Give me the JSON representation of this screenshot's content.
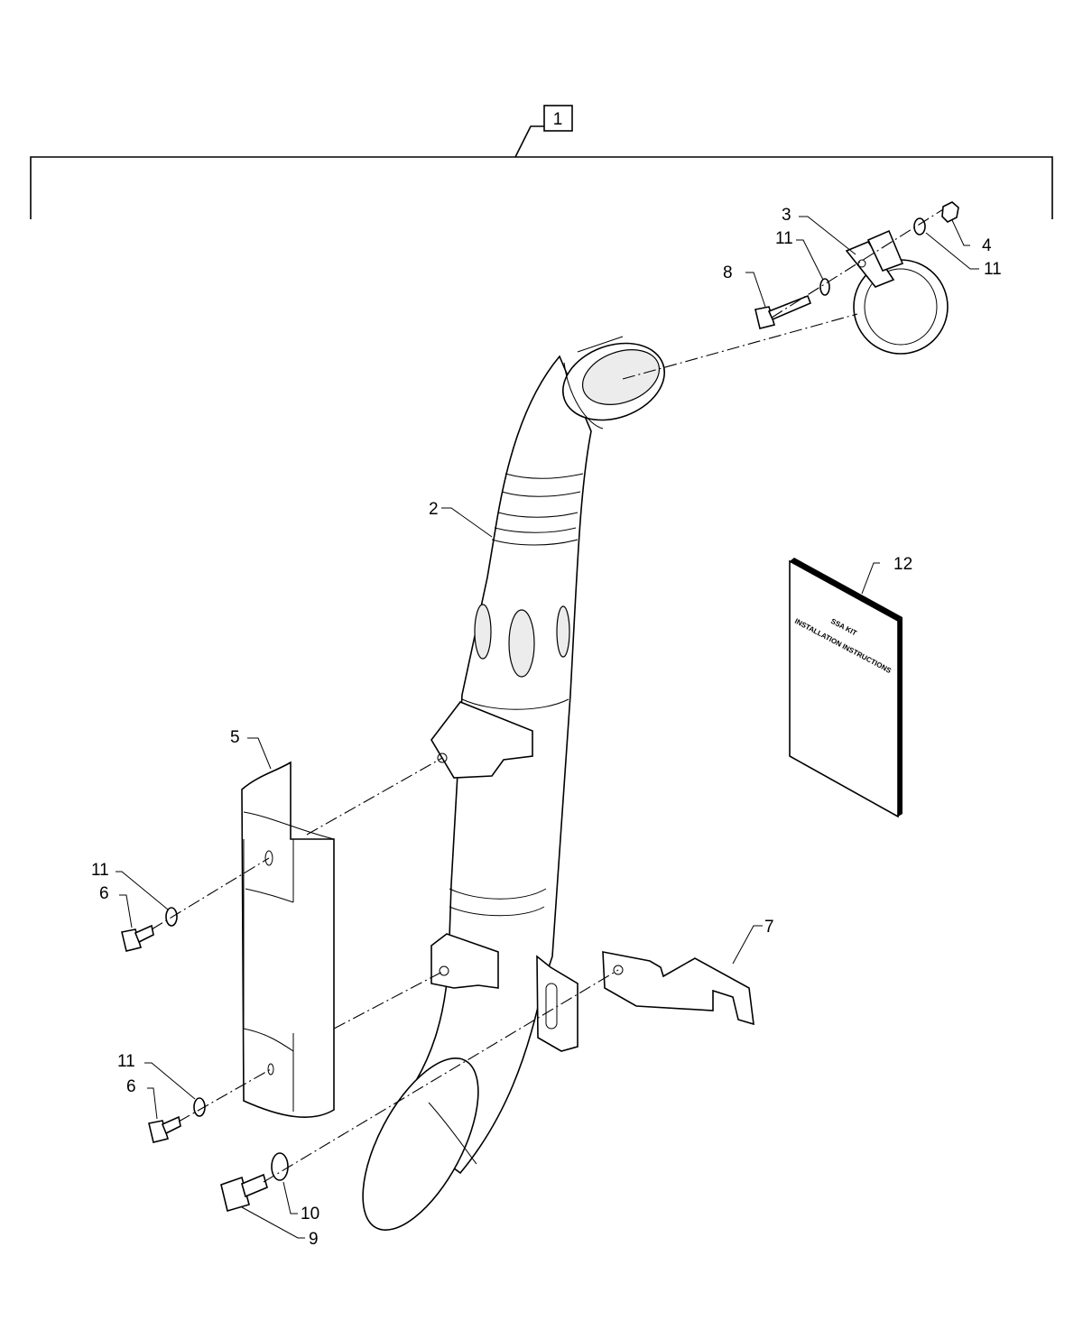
{
  "kit_callout": "1",
  "callouts": {
    "c2": "2",
    "c3": "3",
    "c4": "4",
    "c5": "5",
    "c6a": "6",
    "c6b": "6",
    "c7": "7",
    "c8": "8",
    "c9": "9",
    "c10": "10",
    "c11a": "11",
    "c11b": "11",
    "c11c": "11",
    "c11d": "11",
    "c12": "12"
  },
  "booklet": {
    "line1": "SSA KIT",
    "line2": "INSTALLATION INSTRUCTIONS"
  }
}
